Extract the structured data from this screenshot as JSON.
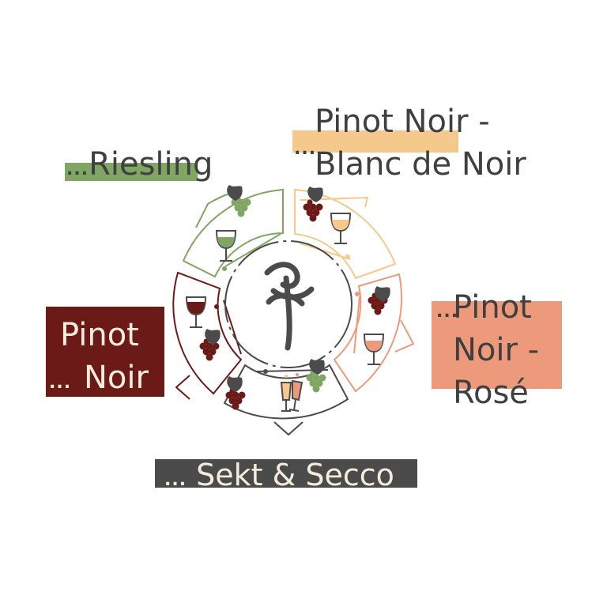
{
  "colors": {
    "riesling": "#7fa763",
    "blanc_de_noir": "#f5c98c",
    "rose": "#ec9a7b",
    "pinot_noir": "#6c1a17",
    "sekt": "#4b4b4b",
    "text_dark": "#3f3f3f",
    "text_light": "#f4ecdc"
  },
  "labels": {
    "riesling": {
      "prefix": "...",
      "text": "Riesling"
    },
    "blanc_de_noir": {
      "prefix": "...",
      "line1": "Pinot Noir -",
      "line2": "Blanc de Noir"
    },
    "rose": {
      "prefix": "...",
      "line1": "Pinot",
      "line2": "Noir -",
      "line3": "Rosé"
    },
    "pinot_noir": {
      "prefix": "...",
      "line1": "Pinot",
      "line2": "Noir"
    },
    "sekt": {
      "prefix": "...",
      "text": "Sekt & Secco"
    }
  },
  "icons": [
    "grape-cluster-icon",
    "wine-glass-icon",
    "champagne-glasses-icon",
    "winery-logo-icon"
  ]
}
